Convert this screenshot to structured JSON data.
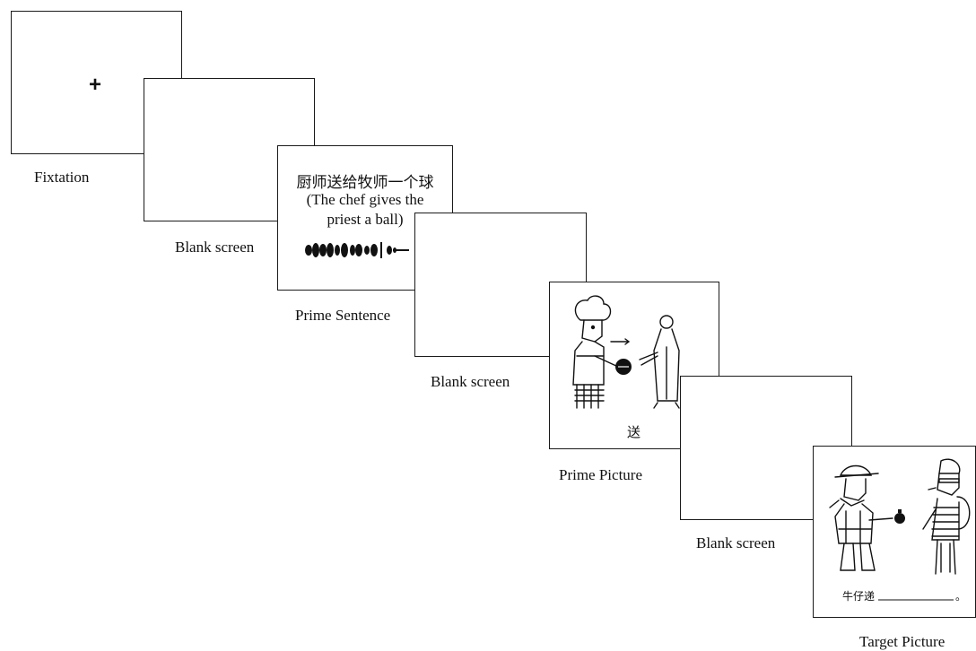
{
  "frames": {
    "fixation": {
      "symbol": "+",
      "caption": "Fixtation"
    },
    "blank1": {
      "caption": "Blank screen"
    },
    "prime_sentence": {
      "chinese_text": "厨师送给牧师一个球",
      "english_line1": "(The chef gives the",
      "english_line2": "priest a ball)",
      "caption": "Prime Sentence"
    },
    "blank2": {
      "caption": "Blank screen"
    },
    "prime_picture": {
      "verb": "送",
      "caption": "Prime Picture"
    },
    "blank3": {
      "caption": "Blank screen"
    },
    "target_picture": {
      "prompt": "牛仔递",
      "prompt_end": "。",
      "caption": "Target Picture"
    }
  }
}
